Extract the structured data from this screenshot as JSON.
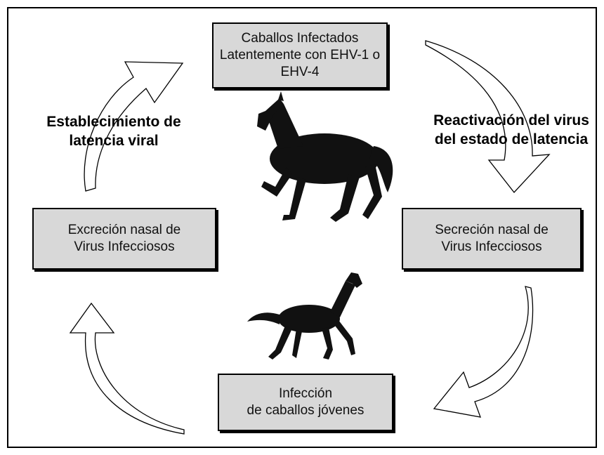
{
  "boxes": {
    "top": [
      "Caballos Infectados",
      "Latentemente con EHV-1 o",
      "EHV-4"
    ],
    "right": [
      "Secreción nasal de",
      "Virus Infecciosos"
    ],
    "bottom": [
      "Infección",
      "de caballos jóvenes"
    ],
    "left": [
      "Excreción nasal de",
      "Virus Infecciosos"
    ]
  },
  "labels": {
    "left": [
      "Establecimiento de",
      "latencia viral"
    ],
    "right": [
      "Reactivación del virus",
      "del estado de latencia"
    ]
  },
  "colors": {
    "box_fill": "#d8d8d8",
    "outline": "#000000",
    "horse": "#111111"
  }
}
